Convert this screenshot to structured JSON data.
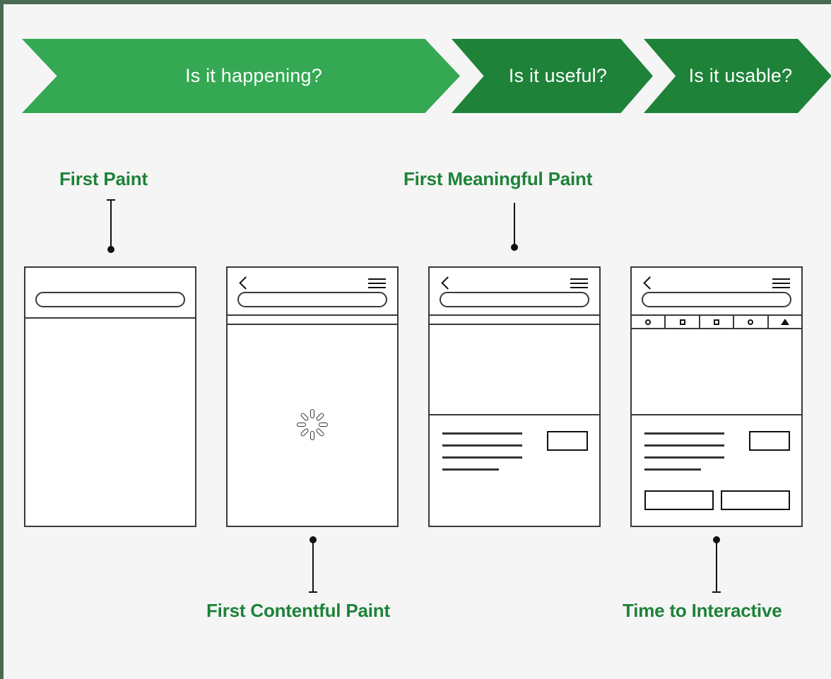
{
  "page": {
    "background_color": "#f5f5f5",
    "border_color": "#4a6b52",
    "accent_green": "#1e8239",
    "banner_green_light": "#34a853",
    "banner_green_dark": "#1e8239",
    "wireframe_stroke": "#333333"
  },
  "banner": {
    "segments": [
      {
        "label": "Is it happening?",
        "color": "#34a853"
      },
      {
        "label": "Is it useful?",
        "color": "#1e8239"
      },
      {
        "label": "Is it usable?",
        "color": "#1e8239"
      }
    ]
  },
  "metrics": [
    {
      "key": "first-paint",
      "label": "First Paint",
      "position": "above",
      "connector": {
        "cap": "top",
        "dot": "bottom"
      }
    },
    {
      "key": "first-meaningful-paint",
      "label": "First Meaningful Paint",
      "position": "above",
      "connector": {
        "cap": "none",
        "dot": "bottom"
      }
    },
    {
      "key": "first-contentful-paint",
      "label": "First Contentful Paint",
      "position": "below",
      "connector": {
        "cap": "bottom",
        "dot": "top"
      }
    },
    {
      "key": "time-to-interactive",
      "label": "Time to Interactive",
      "position": "below",
      "connector": {
        "cap": "bottom",
        "dot": "top"
      }
    }
  ],
  "frames": [
    {
      "key": "frame-first-paint",
      "has_back_icon": false,
      "has_menu_icon": false,
      "has_url_bar": true,
      "has_strip": false,
      "has_toolbar": false,
      "has_spinner": false,
      "has_text_lines": false,
      "has_thumb_box": false,
      "has_buttons": false
    },
    {
      "key": "frame-first-contentful-paint",
      "has_back_icon": true,
      "has_menu_icon": true,
      "has_url_bar": true,
      "has_strip": true,
      "has_toolbar": false,
      "has_spinner": true,
      "has_text_lines": false,
      "has_thumb_box": false,
      "has_buttons": false
    },
    {
      "key": "frame-first-meaningful-paint",
      "has_back_icon": true,
      "has_menu_icon": true,
      "has_url_bar": true,
      "has_strip": true,
      "has_toolbar": false,
      "has_spinner": false,
      "has_text_lines": true,
      "has_thumb_box": true,
      "has_buttons": false
    },
    {
      "key": "frame-time-to-interactive",
      "has_back_icon": true,
      "has_menu_icon": true,
      "has_url_bar": true,
      "has_strip": false,
      "has_toolbar": true,
      "has_spinner": false,
      "has_text_lines": true,
      "has_thumb_box": true,
      "has_buttons": true
    }
  ],
  "toolbar_icons": [
    "circle-icon",
    "square-icon",
    "square-icon",
    "circle-icon",
    "triangle-icon"
  ],
  "text_line_widths": [
    "long",
    "long",
    "long",
    "short"
  ],
  "spinner": {
    "tick_count": 8
  }
}
